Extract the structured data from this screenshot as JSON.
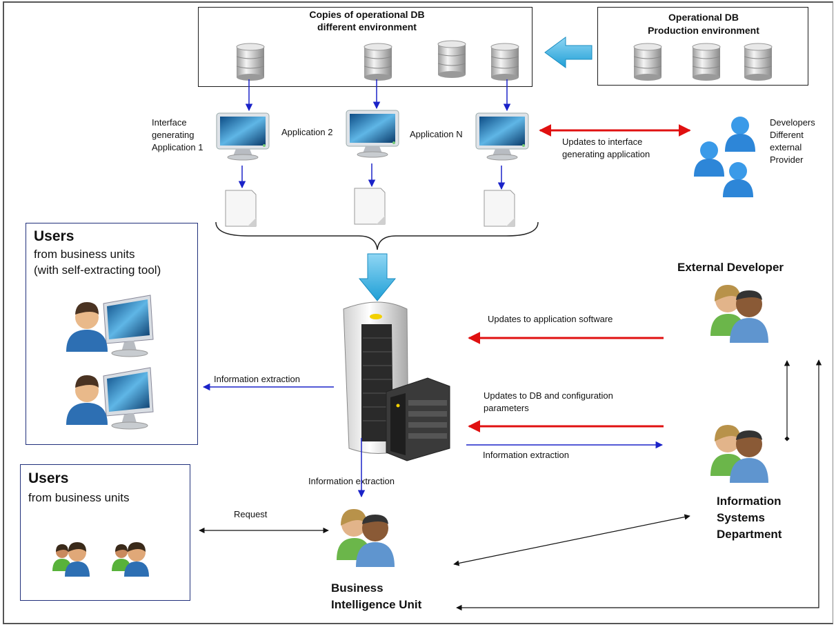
{
  "copies_box": {
    "title_line1": "Copies of operational DB",
    "title_line2": "different environment"
  },
  "prod_box": {
    "title_line1": "Operational DB",
    "title_line2": "Production environment"
  },
  "apps": [
    {
      "label_line1": "Interface",
      "label_line2": "generating",
      "label_line3": "Application 1"
    },
    {
      "label": "Application 2"
    },
    {
      "label": "Application N"
    }
  ],
  "dev_provider": {
    "line1": "Developers",
    "line2": "Different",
    "line3": "external",
    "line4": "Provider"
  },
  "updates_interface": {
    "line1": "Updates to interface",
    "line2": "generating application"
  },
  "users_tool": {
    "title": "Users",
    "line1": "from business units",
    "line2": "(with self-extracting tool)"
  },
  "users_plain": {
    "title": "Users",
    "line1": "from business units"
  },
  "external_developer": "External Developer",
  "updates_app_software": "Updates to application software",
  "info_extraction_left": "Information extraction",
  "updates_db_line1": "Updates to DB and configuration",
  "updates_db_line2": "parameters",
  "info_extraction_right": "Information extraction",
  "info_extraction_down": "Information extraction",
  "request": "Request",
  "isd": {
    "line1": "Information",
    "line2": "Systems",
    "line3": "Department"
  },
  "biu": {
    "line1": "Business",
    "line2": "Intelligence Unit"
  },
  "colors": {
    "arrow_blue": "#1a22c8",
    "arrow_red": "#e01010",
    "big_arrow": "#3ab0e0",
    "user_box_border": "#1f2f7a"
  }
}
